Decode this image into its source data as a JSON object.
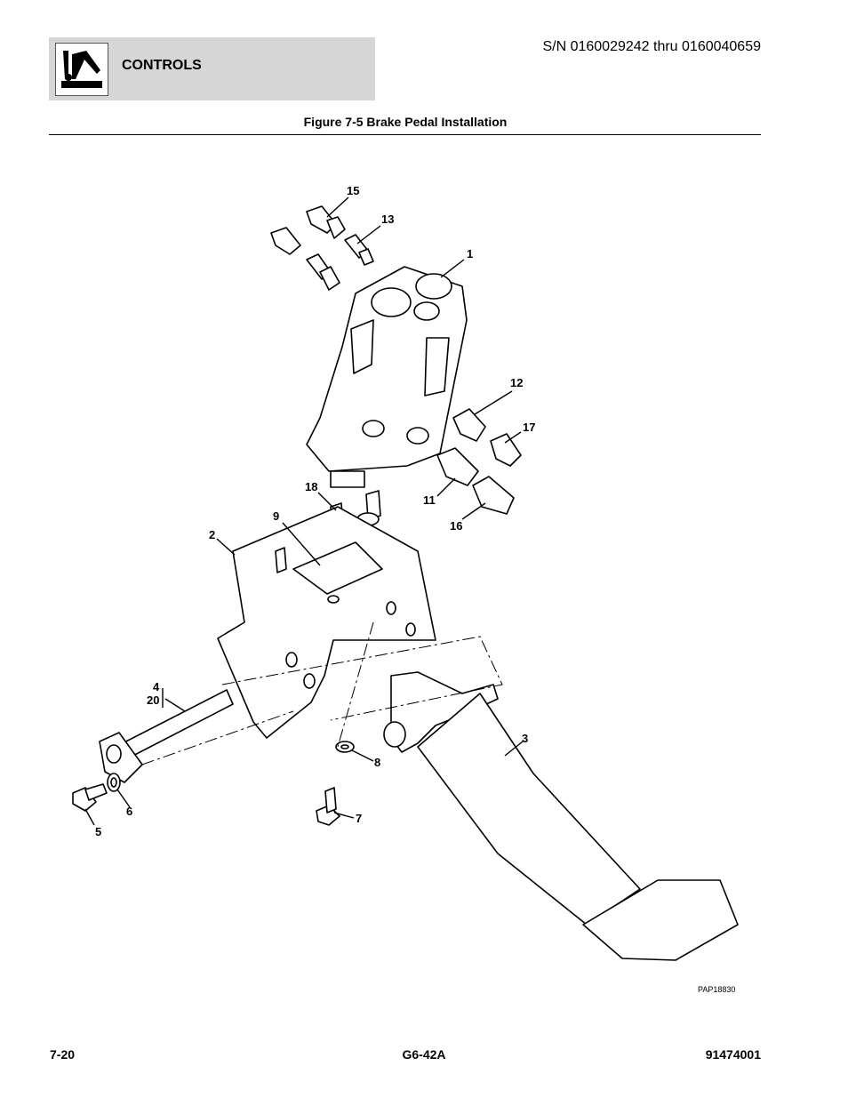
{
  "header": {
    "section_title": "CONTROLS",
    "serial_range": "S/N 0160029242 thru 0160040659",
    "icon": "operator-controls-icon"
  },
  "figure": {
    "title": "Figure 7-5 Brake Pedal Installation",
    "drawing_id": "PAP18830",
    "callouts": [
      "15",
      "13",
      "1",
      "12",
      "17",
      "11",
      "16",
      "18",
      "9",
      "2",
      "4",
      "20",
      "3",
      "8",
      "6",
      "5",
      "7"
    ]
  },
  "footer": {
    "page": "7-20",
    "model": "G6-42A",
    "part_number": "91474001"
  }
}
